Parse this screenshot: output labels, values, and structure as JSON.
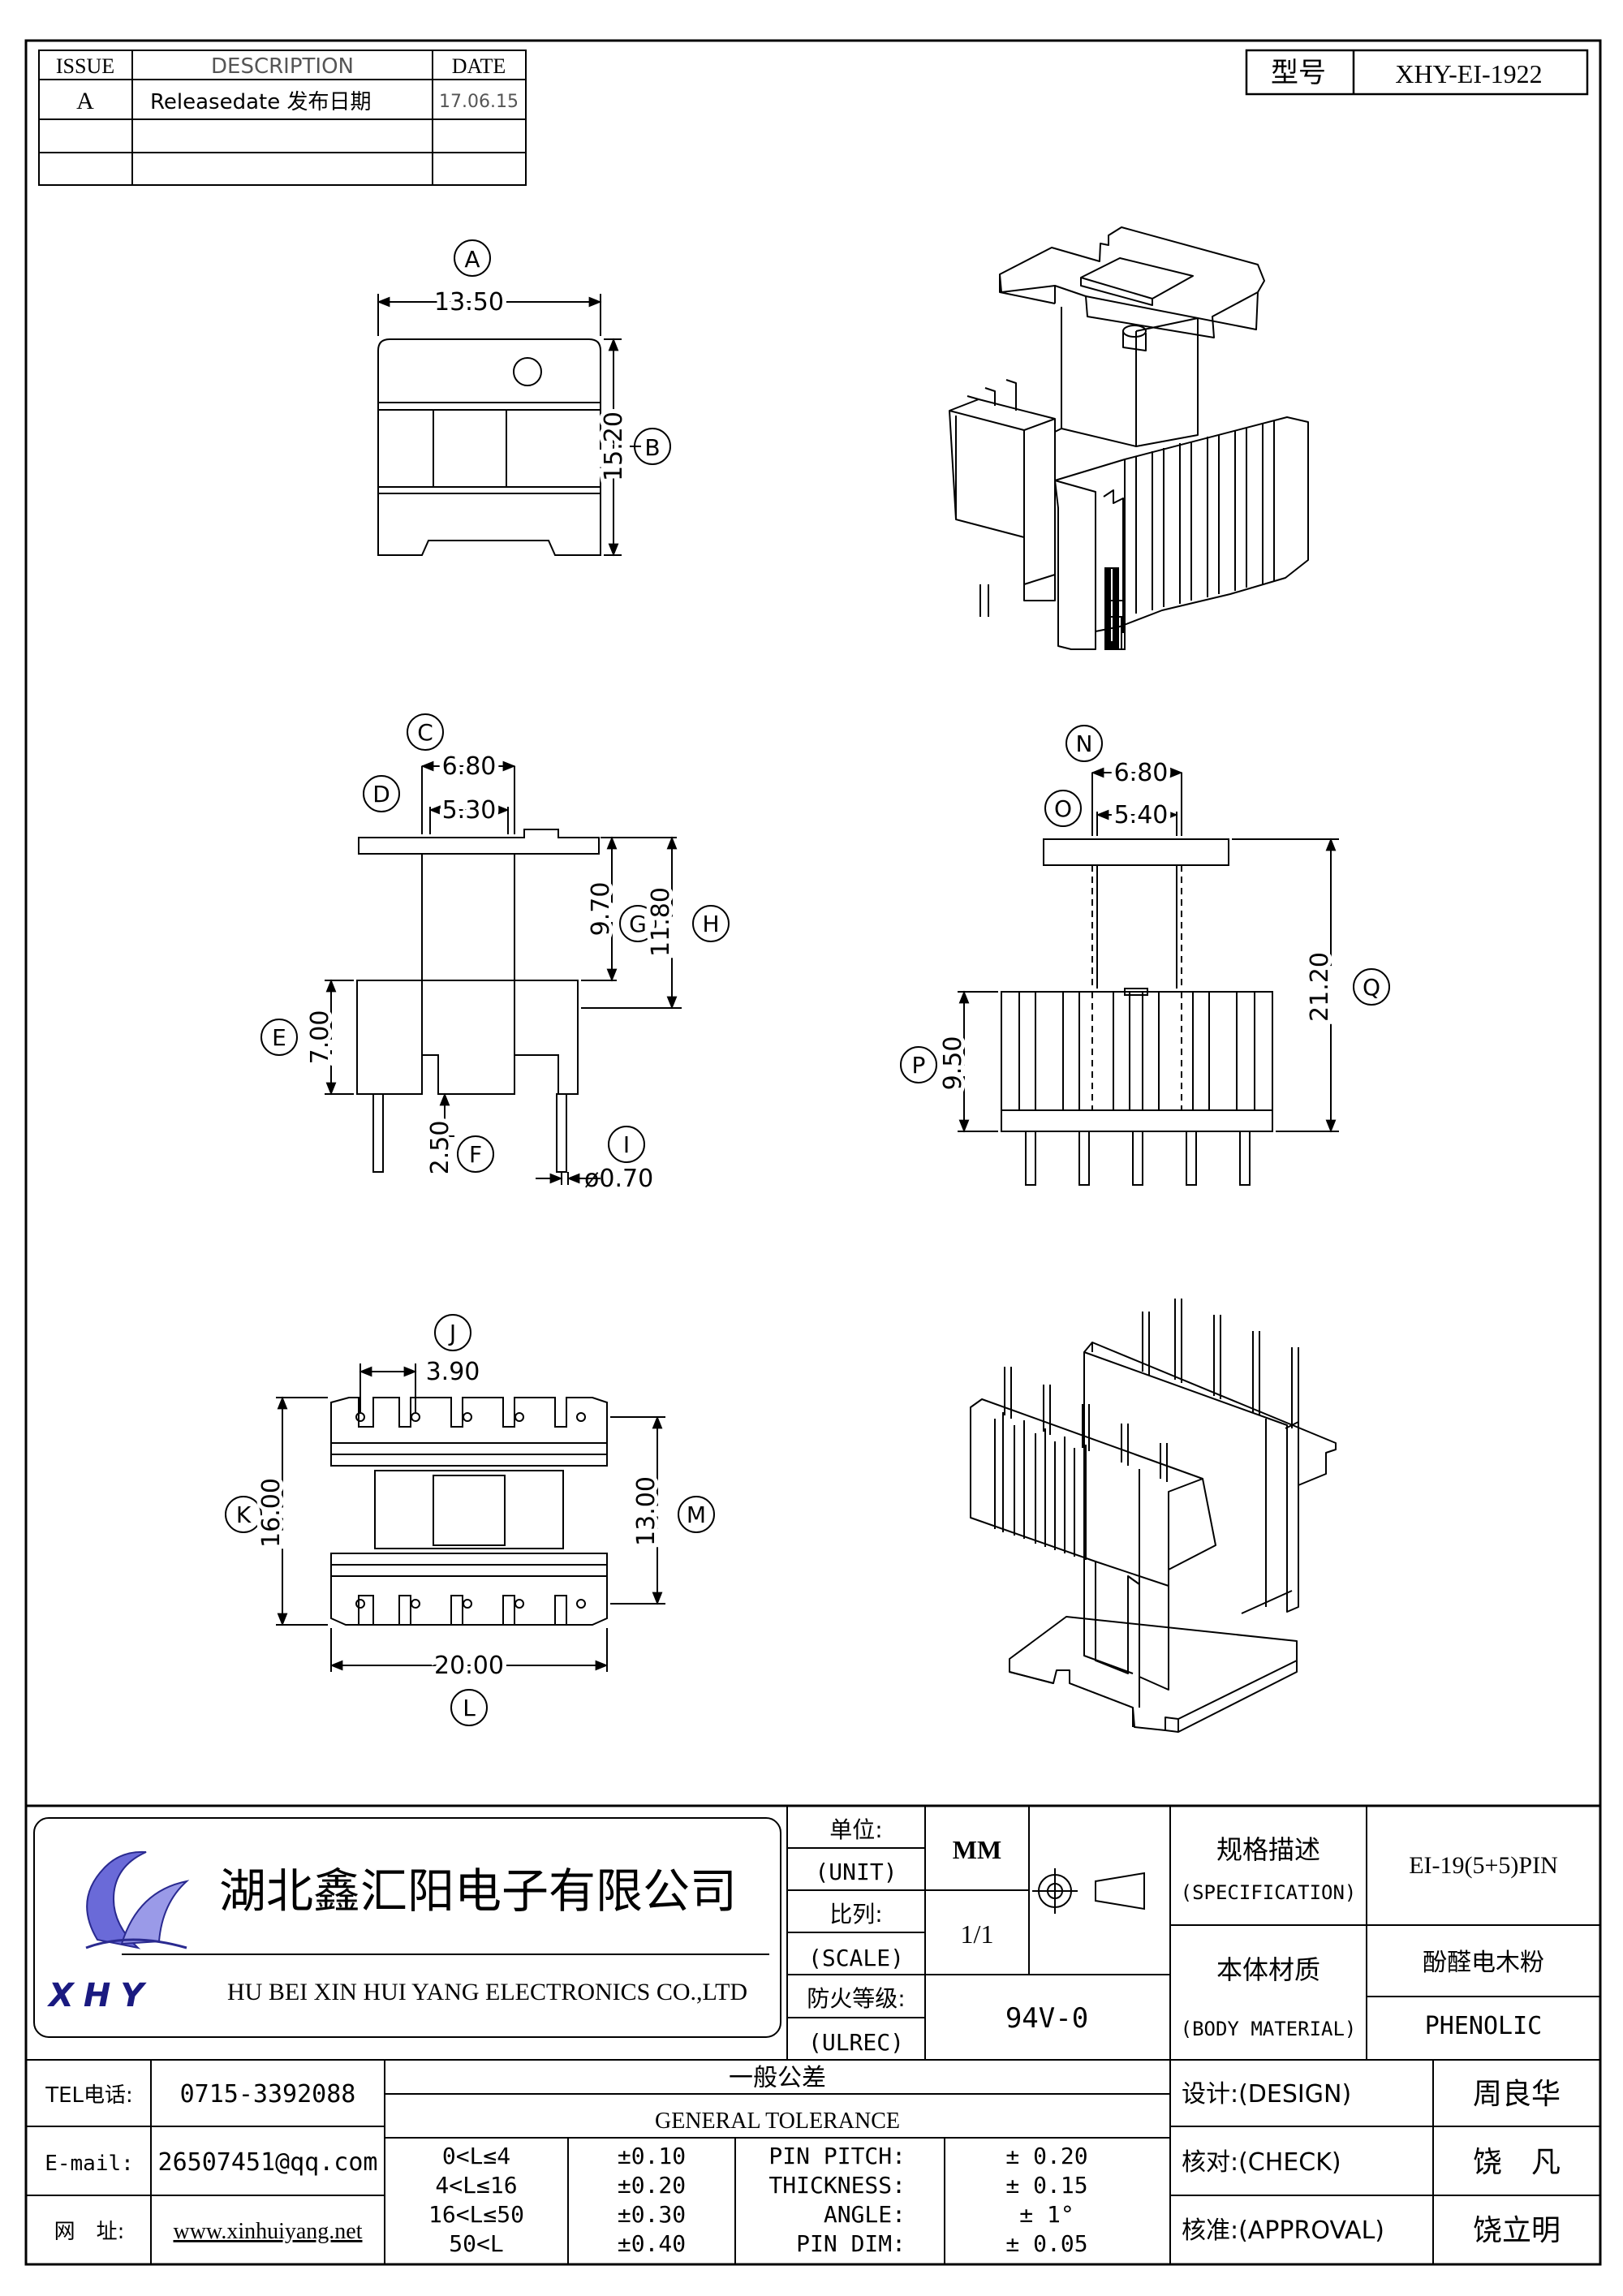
{
  "revision_table": {
    "headers": {
      "issue": "ISSUE",
      "description": "DESCRIPTION",
      "date": "DATE"
    },
    "rows": [
      {
        "issue": "A",
        "description": "Releasedate 发布日期",
        "date": "17.06.15"
      },
      {
        "issue": "",
        "description": "",
        "date": ""
      },
      {
        "issue": "",
        "description": "",
        "date": ""
      }
    ]
  },
  "model": {
    "label": "型号",
    "value": "XHY-EI-1922"
  },
  "views": {
    "top": {
      "callout_a": "A",
      "dim_a": "13.50",
      "callout_b": "B",
      "dim_b": "15.20"
    },
    "front": {
      "callout_c": "C",
      "dim_c": "6.80",
      "callout_d": "D",
      "dim_d": "5.30",
      "callout_e": "E",
      "dim_e": "7.00",
      "callout_f": "F",
      "dim_f": "2.50",
      "callout_g": "G",
      "dim_g": "9.70",
      "callout_h": "H",
      "dim_h": "11.80",
      "callout_i": "I",
      "dim_i": "ø0.70"
    },
    "side": {
      "callout_n": "N",
      "dim_n": "6.80",
      "callout_o": "O",
      "dim_o": "5.40",
      "callout_p": "P",
      "dim_p": "9.50",
      "callout_q": "Q",
      "dim_q": "21.20"
    },
    "bottom": {
      "callout_j": "J",
      "dim_j": "3.90",
      "callout_k": "K",
      "dim_k": "16.00",
      "callout_l": "L",
      "dim_l": "20.00",
      "callout_m": "M",
      "dim_m": "13.00"
    }
  },
  "title_block": {
    "company_cn": "湖北鑫汇阳电子有限公司",
    "company_en": "HU BEI XIN HUI YANG ELECTRONICS CO.,LTD",
    "logo_text": "XHY",
    "unit_cn": "单位:",
    "unit_en": "(UNIT)",
    "unit_value": "MM",
    "scale_cn": "比列:",
    "scale_en": "(SCALE)",
    "scale_value": "1/1",
    "fire_cn": "防火等级:",
    "fire_en": "(ULREC)",
    "fire_value": "94V-0",
    "spec_cn": "规格描述",
    "spec_en": "(SPECIFICATION)",
    "spec_value": "EI-19(5+5)PIN",
    "material_cn": "本体材质",
    "material_en": "(BODY MATERIAL)",
    "material_value_cn": "酚醛电木粉",
    "material_value_en": "PHENOLIC",
    "tel_label": "TEL电话:",
    "tel_value": "0715-3392088",
    "email_label": "E-mail:",
    "email_value": "26507451@qq.com",
    "web_label": "网　址:",
    "web_value": "www.xinhuiyang.net",
    "tolerance_cn": "一般公差",
    "tolerance_en": "GENERAL TOLERANCE",
    "tolerances": [
      {
        "range": "0<L≤4",
        "value": "±0.10"
      },
      {
        "range": "4<L≤16",
        "value": "±0.20"
      },
      {
        "range": "16<L≤50",
        "value": "±0.30"
      },
      {
        "range": "50<L",
        "value": "±0.40"
      }
    ],
    "other_tol": [
      {
        "label": "PIN PITCH:",
        "value": "± 0.20"
      },
      {
        "label": "THICKNESS:",
        "value": "± 0.15"
      },
      {
        "label": "ANGLE:",
        "value": "± 1°"
      },
      {
        "label": "PIN DIM:",
        "value": "± 0.05"
      }
    ],
    "design_label": "设计:(DESIGN)",
    "design_name": "周良华",
    "check_label": "核对:(CHECK)",
    "check_name": "饶　凡",
    "approval_label": "核准:(APPROVAL)",
    "approval_name": "饶立明"
  }
}
